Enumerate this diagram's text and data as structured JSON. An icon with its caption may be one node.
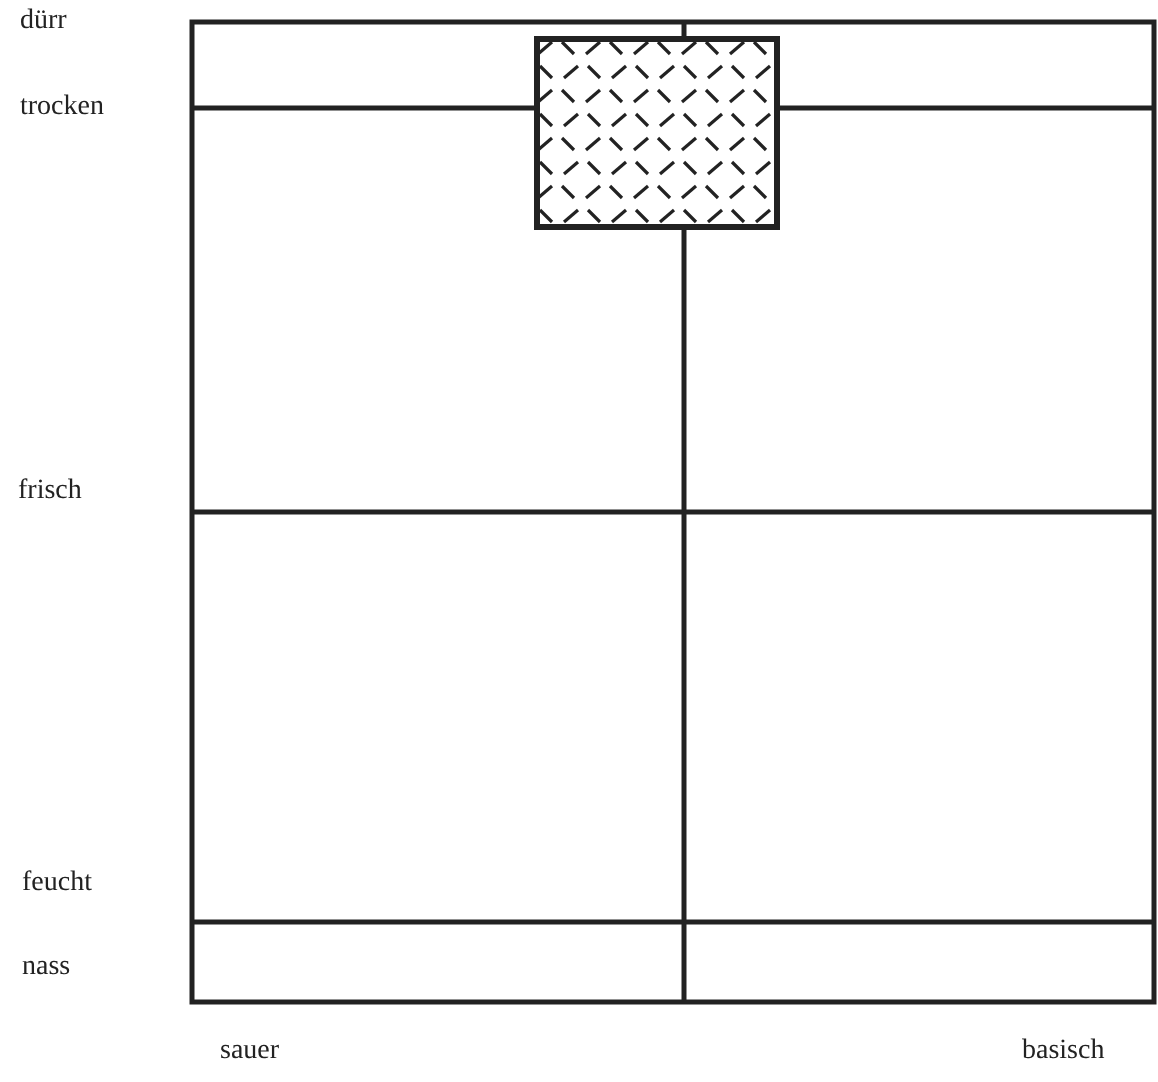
{
  "diagram": {
    "nodes": [
      {
        "text": [],
        "shape": "box"
      }
    ],
    "labels": [
      "dürr",
      "trocken",
      "frisch",
      "feucht",
      "nass",
      "sauer",
      "basisch"
    ]
  }
}
